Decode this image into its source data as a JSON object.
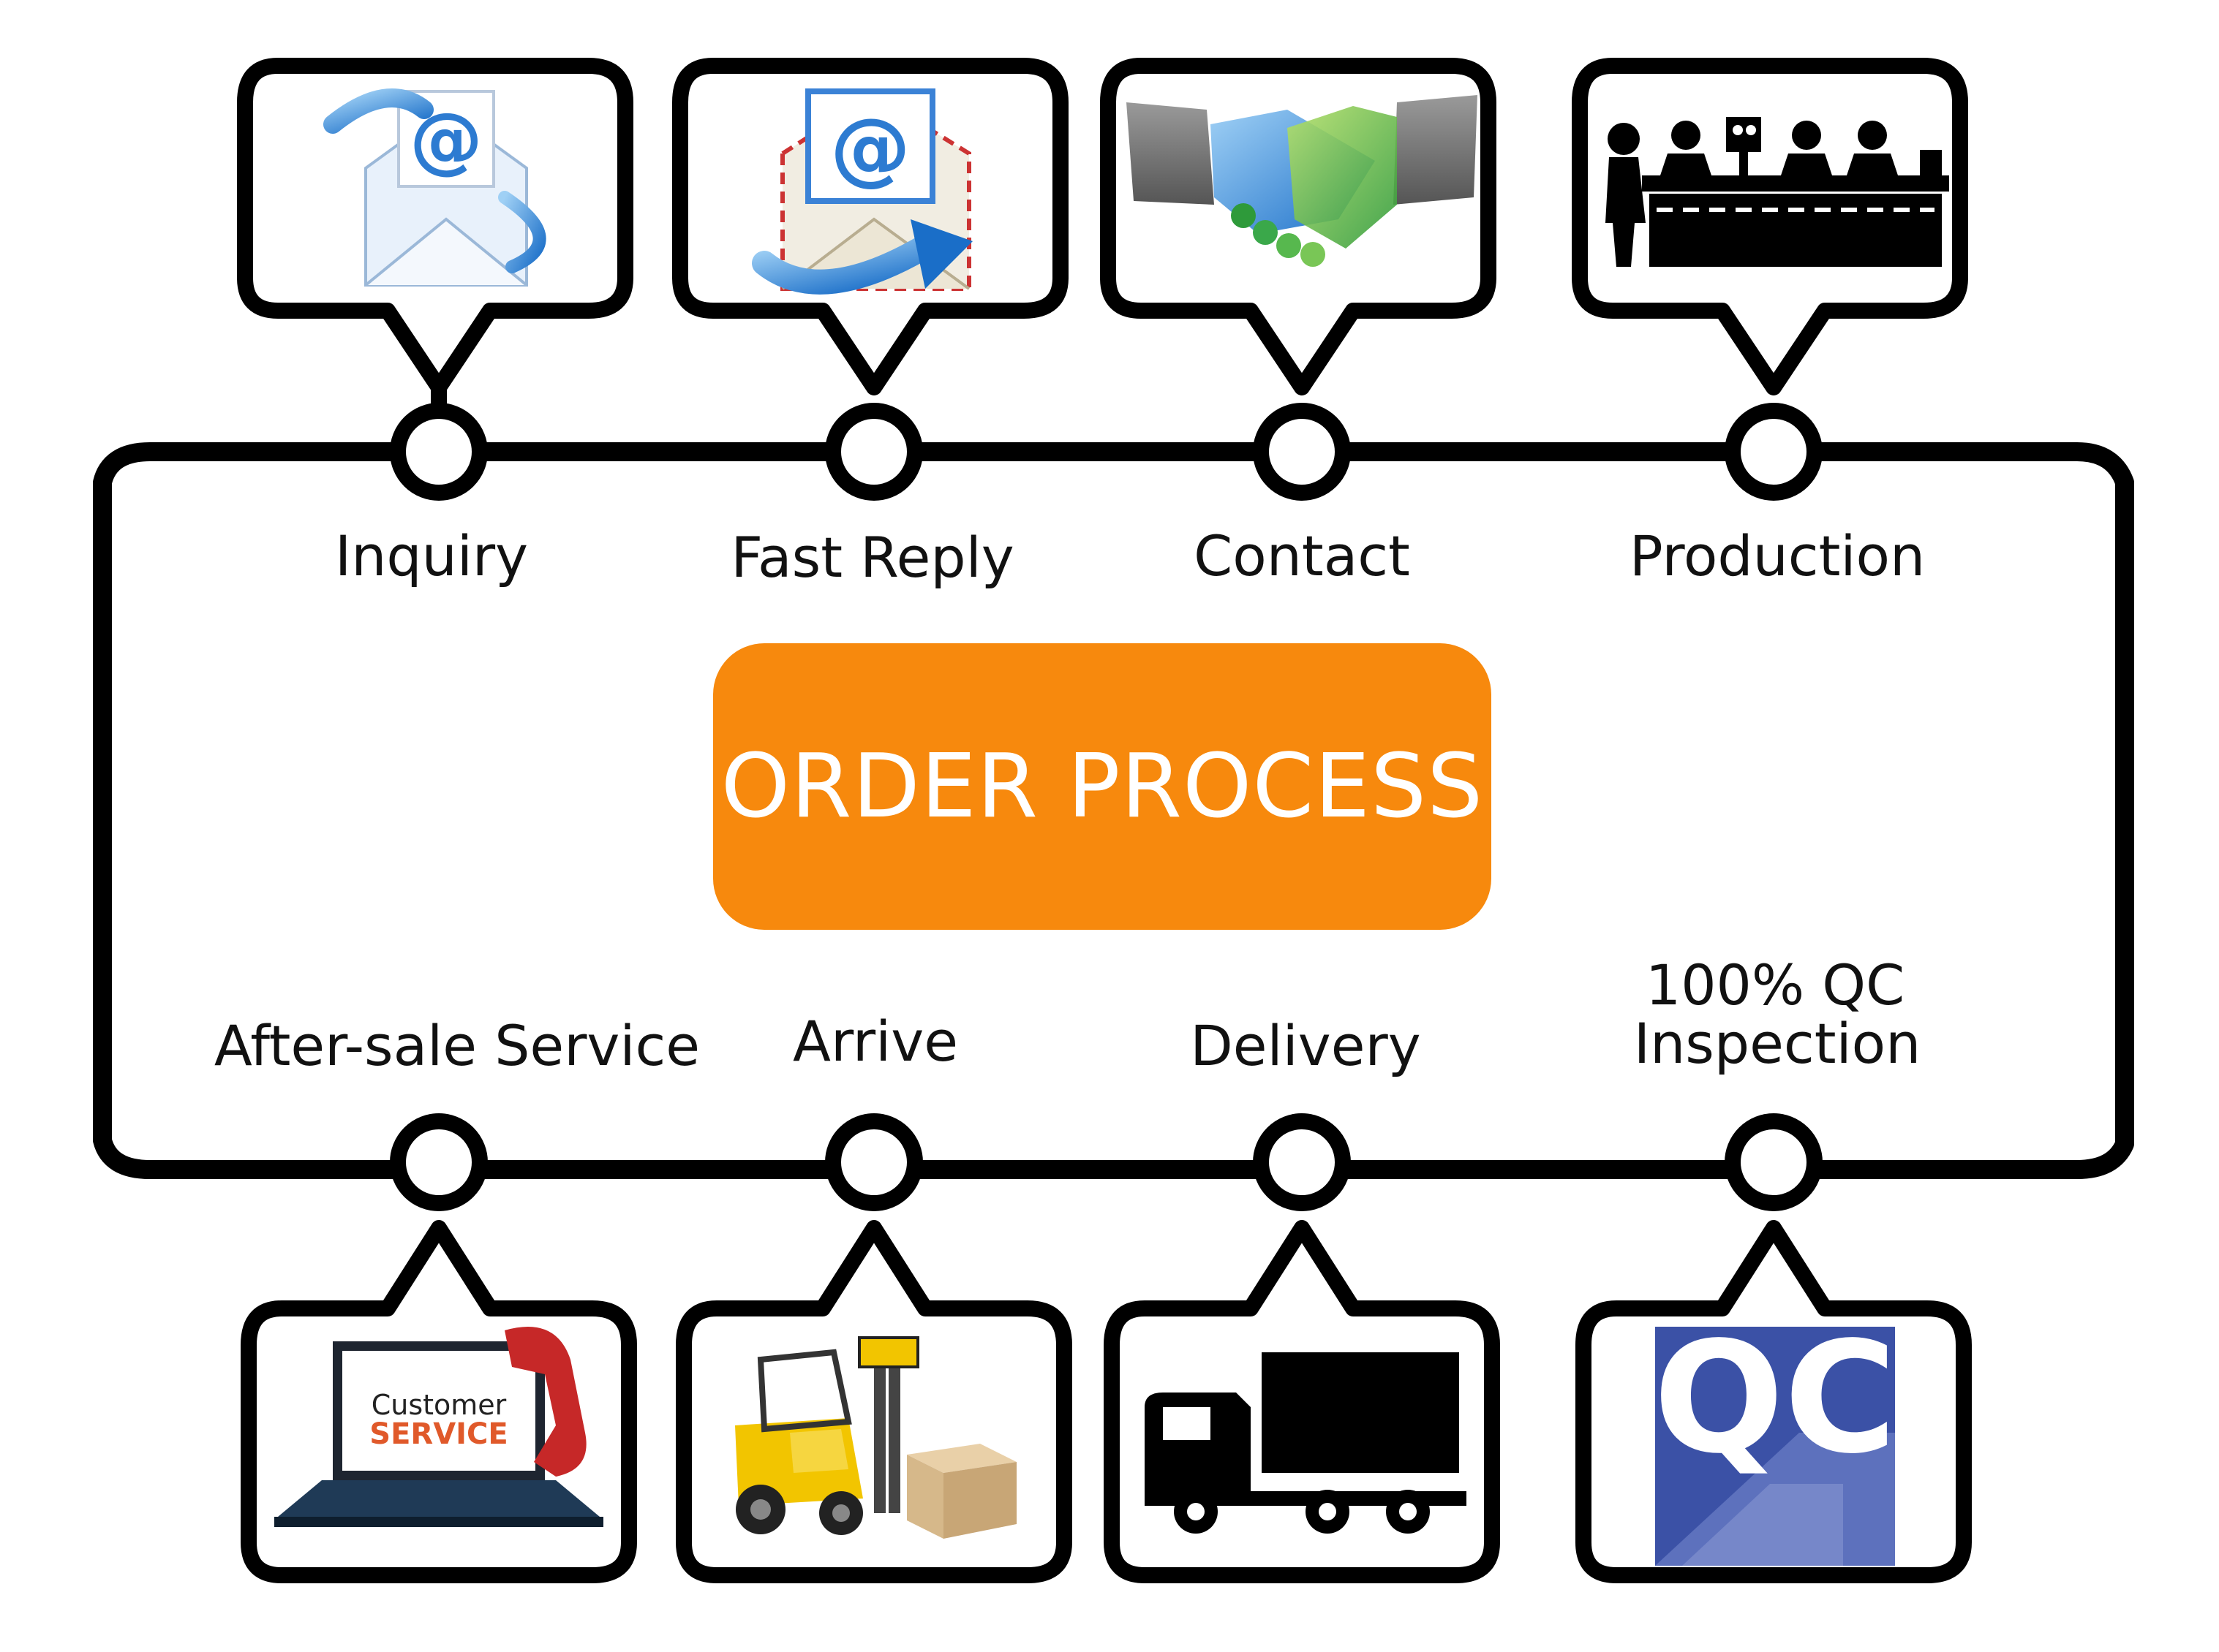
{
  "title": "ORDER PROCESS",
  "colors": {
    "accent": "#f7890d",
    "outline": "#000000",
    "background": "#ffffff"
  },
  "steps_top": [
    {
      "label": "Inquiry",
      "icon": "email-icon"
    },
    {
      "label": "Fast Reply",
      "icon": "email-reply-icon"
    },
    {
      "label": "Contact",
      "icon": "handshake-icon"
    },
    {
      "label": "Production",
      "icon": "assembly-line-icon"
    }
  ],
  "steps_bottom": [
    {
      "label": "After-sale Service",
      "icon": "customer-service-laptop-icon",
      "icon_text_1": "Customer",
      "icon_text_2": "SERVICE"
    },
    {
      "label": "Arrive",
      "icon": "forklift-icon"
    },
    {
      "label": "Delivery",
      "icon": "truck-icon"
    },
    {
      "label_line1": "100% QC",
      "label_line2": "Inspection",
      "icon": "qc-icon",
      "icon_text": "QC"
    }
  ]
}
